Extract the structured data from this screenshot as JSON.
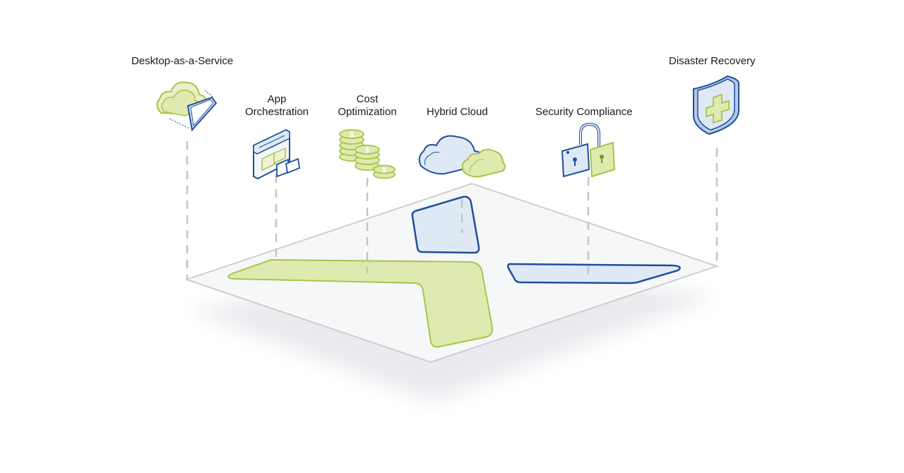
{
  "services": {
    "desktop": {
      "label": "Desktop-as-a-Service",
      "icon": "cloud-desktop-icon"
    },
    "app": {
      "label_lines": [
        "App",
        "Orchestration"
      ],
      "icon": "app-window-icon"
    },
    "cost": {
      "label_lines": [
        "Cost",
        "Optimization"
      ],
      "icon": "coin-stack-icon"
    },
    "hybrid": {
      "label": "Hybrid Cloud",
      "icon": "clouds-icon"
    },
    "security": {
      "label": "Security Compliance",
      "icon": "padlocks-icon"
    },
    "disaster": {
      "label": "Disaster Recovery",
      "icon": "shield-cross-icon"
    }
  },
  "colors": {
    "green_fill": "#dfeab0",
    "green_stroke": "#a9c44a",
    "blue_fill": "#dfe9f6",
    "blue_stroke": "#1f4f9a",
    "platform_fill": "#f6f7f9",
    "platform_stroke": "#cfcfcf",
    "dash": "#c4c4c4"
  }
}
